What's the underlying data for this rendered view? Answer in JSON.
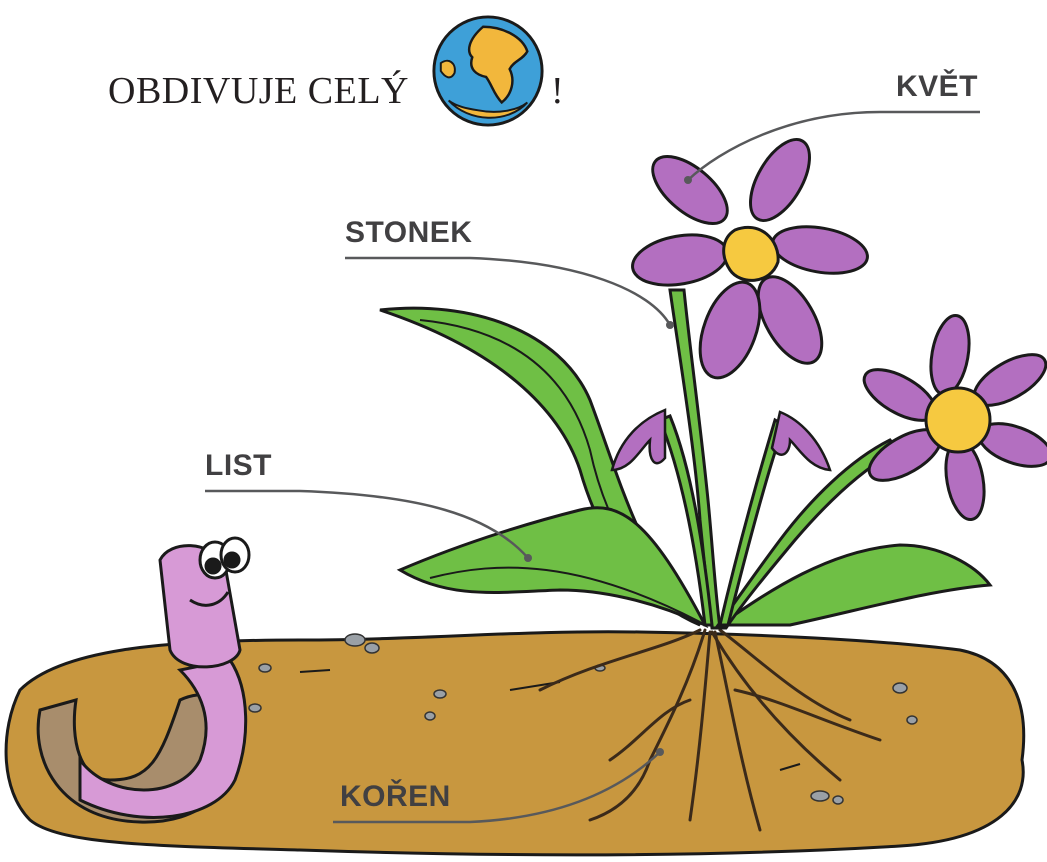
{
  "headline": {
    "prefix": "OBDIVUJE CELÝ",
    "suffix": "!",
    "picture_word": "globe-icon"
  },
  "labels": {
    "flower": "KVĚT",
    "stem": "STONEK",
    "leaf": "LIST",
    "root": "KOŘEN"
  },
  "colors": {
    "soil": "#c8973f",
    "leaf": "#6fbf45",
    "petal": "#b36fc0",
    "flower_center": "#f6c940",
    "worm": "#d79ad6",
    "ocean": "#3ea0d8",
    "land": "#f2b73c",
    "label_text": "#414042",
    "pointer_line": "#58595b"
  }
}
